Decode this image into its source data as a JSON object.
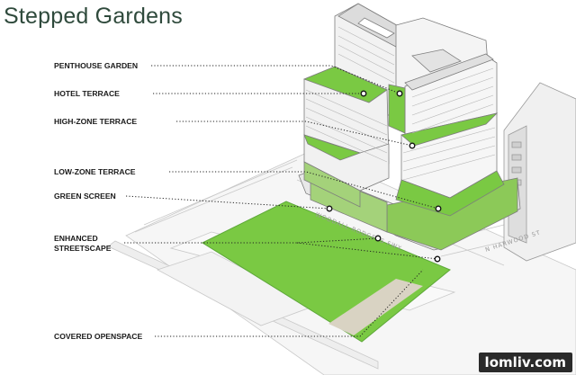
{
  "title": "Stepped Gardens",
  "callouts": {
    "penthouse_garden": "PENTHOUSE GARDEN",
    "hotel_terrace": "HOTEL TERRACE",
    "high_zone_terrace": "HIGH-ZONE TERRACE",
    "low_zone_terrace": "LOW-ZONE TERRACE",
    "green_screen": "GREEN SCREEN",
    "enhanced_streetscape": "ENHANCED STREETSCAPE",
    "covered_openspace": "COVERED OPENSPACE"
  },
  "streets": {
    "woodall": "WOODALL RODGERS FWY",
    "harwood": "N HARWOOD ST"
  },
  "watermark": "lomliv.com",
  "colors": {
    "green": "#7ac943",
    "green_dark": "#5ea83a",
    "title": "#2f4a3c",
    "ground": "#f4f4f4",
    "path": "#d9d3c3"
  }
}
